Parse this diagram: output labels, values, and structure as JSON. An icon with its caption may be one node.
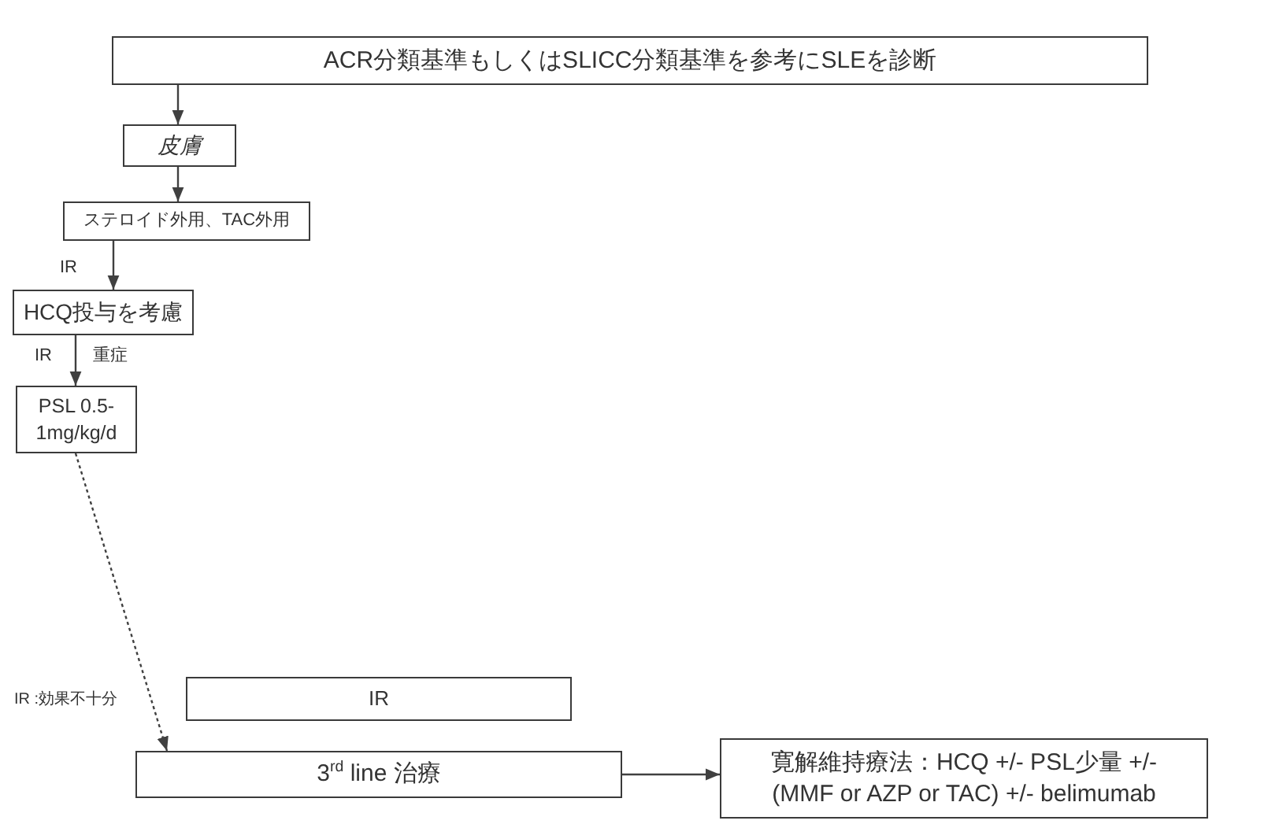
{
  "diagram": {
    "nodes": [
      {
        "text": [
          "ACR分類基準もしくはSLICC分類基準を参考にSLEを診断"
        ]
      },
      {
        "text": [
          "皮膚"
        ]
      },
      {
        "text": [
          "ステロイド外用、TAC外用"
        ]
      },
      {
        "text": [
          "HCQ投与を考慮"
        ]
      },
      {
        "text": [
          "PSL 0.5- 1mg/kg/d"
        ]
      },
      {
        "text": [
          "IR"
        ]
      },
      {
        "text": [
          "3$^{rd}$ line 治療"
        ]
      },
      {
        "text": [
          "寛解維持療法：HCQ +/- PSL少量 +/- (MMF or AZP or TAC) +/- belimumab"
        ]
      }
    ],
    "edges": [
      {
        "from": 0,
        "to": 1,
        "arrow": "to"
      },
      {
        "from": 1,
        "to": 2,
        "arrow": "to"
      },
      {
        "from": 2,
        "to": 3,
        "arrow": "to",
        "label": "IR"
      },
      {
        "from": 3,
        "to": 4,
        "arrow": "to",
        "label": "IR"
      },
      {
        "from": 4,
        "to": 6,
        "arrow": "to",
        "style": "dashed"
      },
      {
        "from": 6,
        "to": 7,
        "arrow": "to"
      }
    ],
    "labels": [
      "重症",
      "IR :効果不十分"
    ]
  }
}
